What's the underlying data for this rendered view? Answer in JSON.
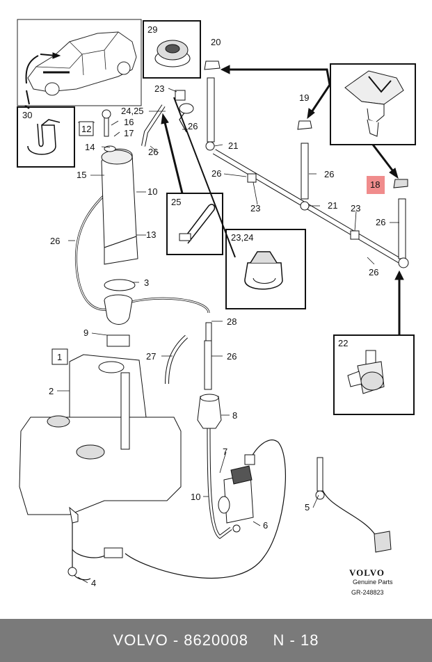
{
  "parts": {
    "p1": "1",
    "p2": "2",
    "p3": "3",
    "p4": "4",
    "p5": "5",
    "p6": "6",
    "p7": "7",
    "p8": "8",
    "p9": "9",
    "p10a": "10",
    "p10b": "10",
    "p12": "12",
    "p13": "13",
    "p14": "14",
    "p15": "15",
    "p16": "16",
    "p17": "17",
    "p18": "18",
    "p19": "19",
    "p20": "20",
    "p21a": "21",
    "p21b": "21",
    "p22": "22",
    "p23a": "23",
    "p23b": "23",
    "p23c": "23",
    "p2324": "23,24",
    "p2425": "24,25",
    "p25": "25",
    "p26a": "26",
    "p26b": "26",
    "p26c": "26",
    "p26d": "26",
    "p26e": "26",
    "p26f": "26",
    "p26g": "26",
    "p26h": "26",
    "p27": "27",
    "p28": "28",
    "p29": "29",
    "p30": "30"
  },
  "brand": {
    "logo": "VOLVO",
    "subtitle": "Genuine Parts",
    "ref": "GR-248823"
  },
  "footer": {
    "brand": "VOLVO",
    "separator": " - ",
    "part_number": "8620008",
    "section": "N - 18"
  },
  "colors": {
    "highlight": "#f08c8c",
    "footer_bg": "#7a7a7a"
  }
}
